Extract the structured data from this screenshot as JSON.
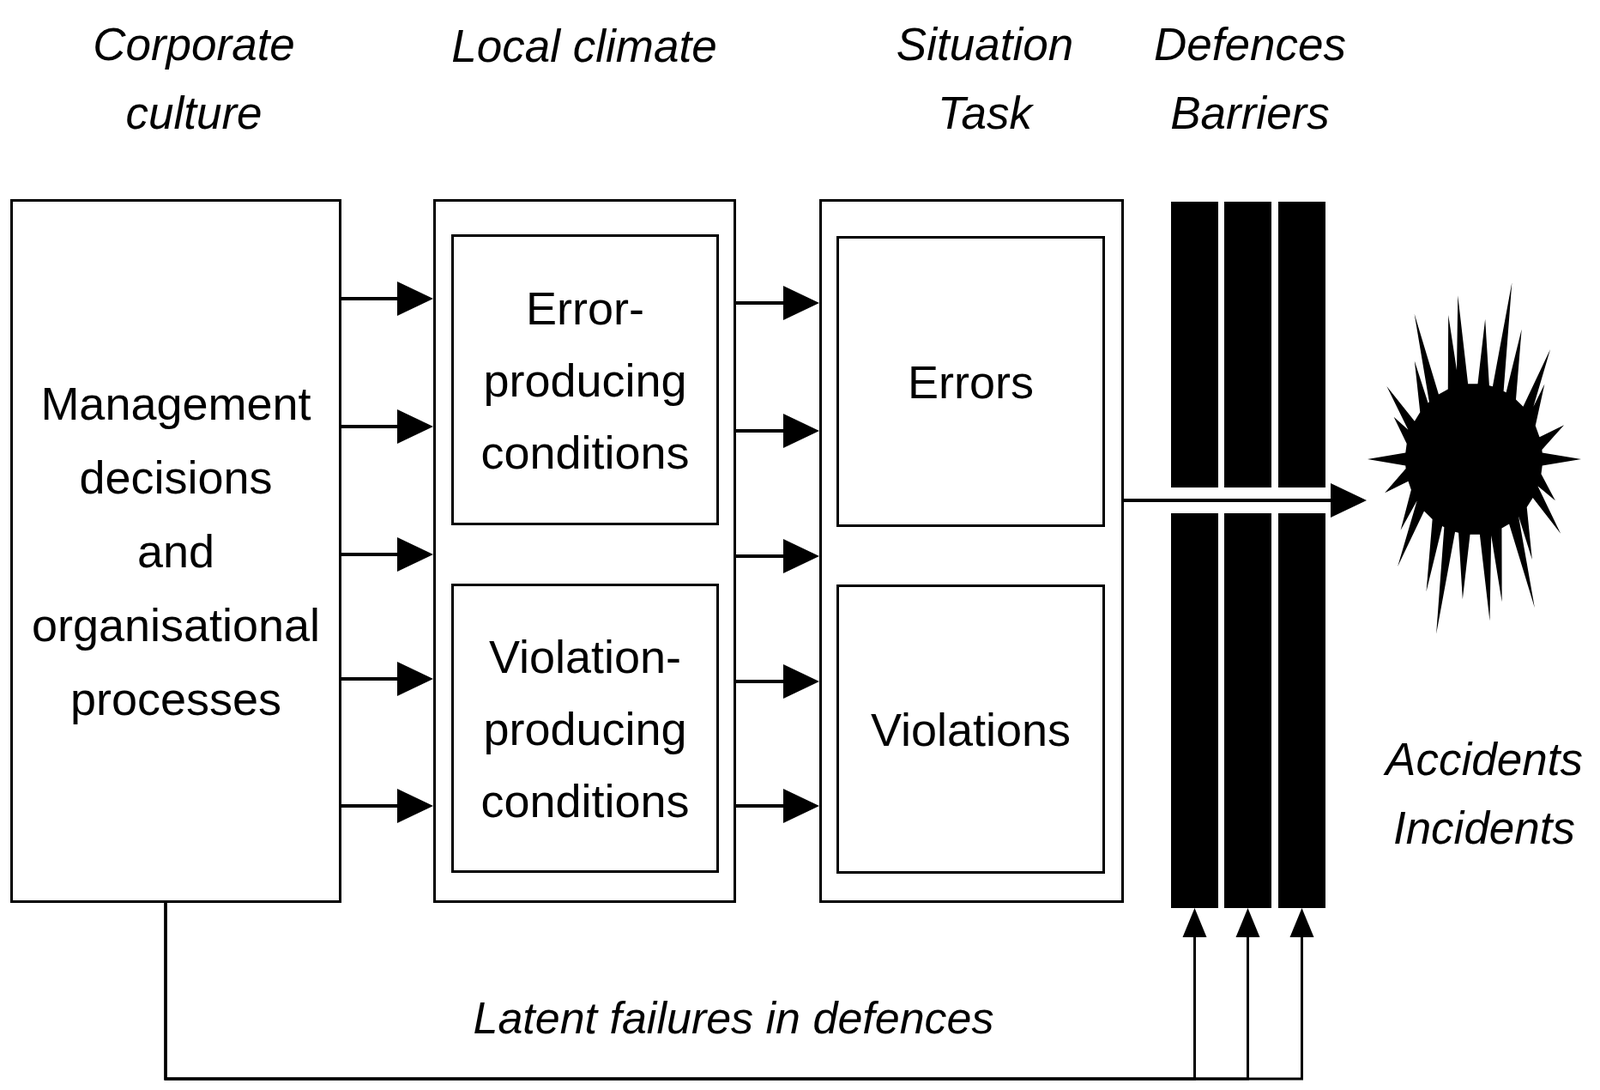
{
  "diagram": {
    "nodes": [
      {
        "text": [
          "Corporate culture",
          "Management decisions and organisational processes"
        ]
      },
      {
        "text": [
          "Local climate"
        ]
      },
      {
        "text": [
          "Error-producing conditions"
        ],
        "in": 1
      },
      {
        "text": [
          "Violation-producing conditions"
        ],
        "in": 1
      },
      {
        "text": [
          "Situation Task"
        ]
      },
      {
        "text": [
          "Errors"
        ],
        "in": 4
      },
      {
        "text": [
          "Violations"
        ],
        "in": 4
      },
      {
        "text": [
          "Defences Barriers"
        ]
      },
      {
        "text": [
          "Accidents Incidents"
        ]
      }
    ],
    "edges": [
      {
        "from": 0,
        "to": 1,
        "arrow": "to"
      },
      {
        "from": 0,
        "to": 1,
        "arrow": "to"
      },
      {
        "from": 0,
        "to": 1,
        "arrow": "to"
      },
      {
        "from": 0,
        "to": 1,
        "arrow": "to"
      },
      {
        "from": 0,
        "to": 1,
        "arrow": "to"
      },
      {
        "from": 1,
        "to": 4,
        "arrow": "to"
      },
      {
        "from": 1,
        "to": 4,
        "arrow": "to"
      },
      {
        "from": 1,
        "to": 4,
        "arrow": "to"
      },
      {
        "from": 1,
        "to": 4,
        "arrow": "to"
      },
      {
        "from": 1,
        "to": 4,
        "arrow": "to"
      },
      {
        "from": 4,
        "to": 8,
        "arrow": "to"
      },
      {
        "from": 0,
        "to": 7,
        "arrow": "to",
        "label": "Latent failures in defences"
      },
      {
        "from": 0,
        "to": 7,
        "arrow": "to"
      },
      {
        "from": 0,
        "to": 7,
        "arrow": "to"
      }
    ]
  }
}
